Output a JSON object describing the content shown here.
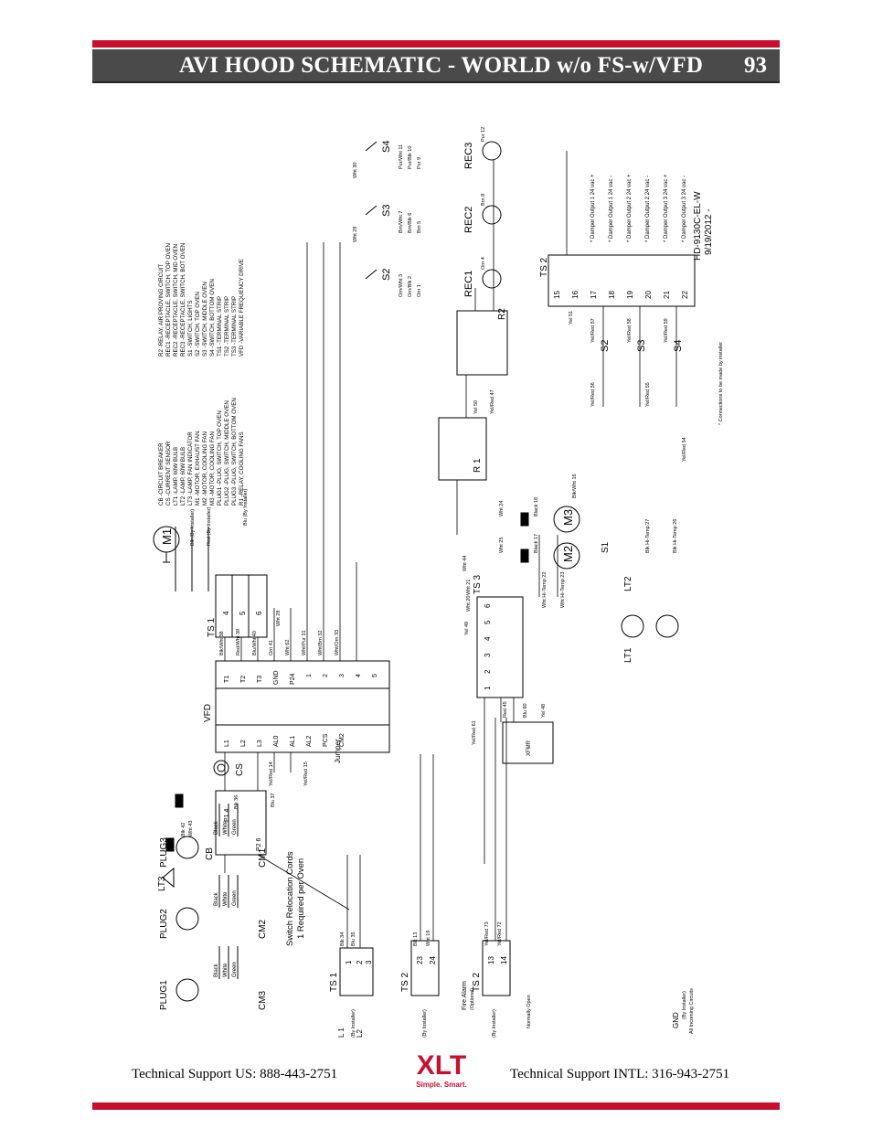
{
  "header": {
    "title": "AVI HOOD SCHEMATIC - WORLD w/o FS-w/VFD",
    "page_number": "93"
  },
  "footer": {
    "support_us": "Technical Support  US:  888-443-2751",
    "support_intl": "Technical Support  INTL:  316-943-2751",
    "logo_text": "XLT",
    "logo_tagline": "Simple. Smart."
  },
  "diagram": {
    "drawing_id": "HD-9130C-EL-W",
    "drawing_date": "9/19/2012 -",
    "installer_note": "* Connections to be made by installer",
    "legend_left": [
      "CB -CIRCUIT BREAKER",
      "CS -CURRENT SENSOR",
      "LT1 -LAMP, 60W BULB",
      "LT2 -LAMP, 60W BULB",
      "LT3 -LAMP, FAN INDICATOR",
      "M1 -MOTOR, EXHAUST FAN",
      "M2 -MOTOR, COOLING FAN",
      "M3 -MOTOR, COOLING FAN",
      "PLUG1 -PLUG, SWITCH, TOP OVEN",
      "PLUG2 -PLUG, SWITCH, MIDDLE OVEN",
      "PLUG3 -PLUG, SWITCH, BOTTOM OVEN",
      "R1 -RELAY, COOLING FANS"
    ],
    "legend_right": [
      "R2 -RELAY, AIR PROVING CIRCUIT",
      "REC1 -RECEPTACLE, SWITCH, TOP OVEN",
      "REC2 -RECEPTACLE, SWITCH, MID OVEN",
      "REC3 -RECEPTACLE, SWITCH, BOT OVEN",
      "S1 -SWITCH, LIGHTS",
      "S2 -SWITCH, TOP OVEN",
      "S3 -SWITCH, MIDDLE OVEN",
      "S4 -SWITCH, BOTTOM OVEN",
      "TS1 -TERMINAL STRIP",
      "TS2 -TERMINAL STRIP",
      "TS3 -TERMINAL STRIP",
      "VFD -VARIABLE FREQUENCY DRIVE"
    ],
    "components": {
      "m1": "M1",
      "m2": "M2",
      "m3": "M3",
      "r1": "R 1",
      "r2": "R2",
      "rec1": "REC1",
      "rec2": "REC2",
      "rec3": "REC3",
      "s1": "S1",
      "s2": "S2",
      "s3": "S3",
      "s4": "S4",
      "ts1": "TS 1",
      "ts2": "TS 2",
      "ts3": "TS 3",
      "vfd": "VFD",
      "cs": "CS",
      "cb": "CB",
      "lt1": "LT1",
      "lt2": "LT2",
      "lt3": "LT3",
      "plug1": "PLUG1",
      "plug2": "PLUG2",
      "plug3": "PLUG3",
      "cm1": "CM1",
      "cm2": "CM2",
      "cm3": "CM3",
      "xfmr": "XFMR",
      "jumper": "Jumper"
    },
    "vfd_left_terminals": [
      "L1",
      "L2",
      "L3",
      "AL0",
      "AL1",
      "AL2",
      "PCS",
      "CM2"
    ],
    "vfd_right_terminals": [
      "T1",
      "T2",
      "T3",
      "GND",
      "P24",
      "1",
      "2",
      "3",
      "4",
      "5"
    ],
    "ts3_terminals": [
      "1",
      "2",
      "3",
      "4",
      "5",
      "6"
    ],
    "ts1_top_terminals": [
      "4",
      "5",
      "6"
    ],
    "ts1_bottom_terminals": [
      "1",
      "2",
      "3"
    ],
    "ts2_top_terminals": [
      "15",
      "16",
      "17",
      "18",
      "19",
      "20",
      "21",
      "22"
    ],
    "ts2_bottom_a": [
      "23",
      "24"
    ],
    "ts2_bottom_b": [
      "13",
      "14"
    ],
    "damper_outputs": [
      "* Damper Output 1 24 vac +",
      "* Damper Output 1 24 vac -",
      "* Damper Output 2 24 vac +",
      "* Damper Output 2 24 vac -",
      "* Damper Output 3 24 vac +",
      "* Damper Output 3 24 vac -"
    ],
    "plug_wires": [
      "Black",
      "White",
      "Green"
    ],
    "wires": {
      "pur12": "Pur 12",
      "pur9": "Pur 9",
      "purblk10": "Pur/Blk 10",
      "purwht11": "Pur/Wht 11",
      "brn8": "Brn 8",
      "brn5": "Brn 5",
      "brnblk6": "Brn/Blk 6",
      "brnwht7": "Brn/Wht 7",
      "orn4": "Orn 4",
      "orn1": "Orn 1",
      "ornblk2": "Orn/Blk 2",
      "ornwht3": "Orn/Wht 3",
      "wht30": "Wht 30",
      "wht29": "Wht 29",
      "yel51": "Yel 51",
      "yelred57": "Yel/Red 57",
      "yelred58": "Yel/Red 58",
      "yelred59": "Yel/Red 59",
      "yelred56": "Yel/Red 56",
      "yelred55": "Yel/Red 55",
      "yelred54": "Yel/Red 54",
      "yel50": "Yel 50",
      "yelred47": "Yel/Red 47",
      "blkwht16": "Blk/Wht 16",
      "wht24": "Wht 24",
      "black18": "Black 18",
      "wht25": "Wht 25",
      "black17": "Black 17",
      "wht44": "Wht 44",
      "blkhitemp27": "Blk Hi-Temp 27",
      "blkhitemp26": "Blk Hi-Temp 26",
      "whthitemp22": "Wht Hi-Temp 22",
      "whthitemp23": "Wht Hi-Temp 23",
      "blu_inst": "Blu (By Installer)",
      "red_inst": "Red (By Installer)",
      "blk_inst": "Blk (By Installer)",
      "blkwht38": "Blk/Wht 38",
      "redwht39": "Red/Wht 39",
      "bluwht40": "Blu/Wht 40",
      "orn41": "Orn 41",
      "wht28": "Wht 28",
      "wht62": "Wht 62",
      "whtpur31": "Wht/Pur 31",
      "whtbrn32": "Wht/Brn 32",
      "whtorn33": "Wht/Orn 33",
      "yelred14": "Yel/Red 14",
      "yelred15": "Yel/Red 15",
      "blu37": "Blu 37",
      "blk36": "Blk 36",
      "blk42": "Blk 42",
      "wht43": "Wht 43",
      "yel49": "Yel 49",
      "wht20": "Wht 20",
      "wht21": "Wht 21",
      "yelred61": "Yel/Red 61",
      "red45": "Red 45",
      "blu60": "Blu 60",
      "yel48": "Yel 48",
      "blk34": "Blk 34",
      "blu35": "Blu 35",
      "blk13": "Blk 13",
      "wht19": "Wht 19",
      "yelred73": "Yel/Red 73",
      "yelred72": "Yel/Red 72",
      "by_installer": "(By Installer)"
    },
    "labels": {
      "switch_cords_1": "Switch Relocation Cords",
      "switch_cords_2": "1 Required per Oven",
      "fire_alarm": "Fire Alarm",
      "optional": "(Optional)",
      "normally_open": "Normally Open",
      "gnd": "GND",
      "all_incoming": "All Incoming Circuits",
      "l1": "L 1",
      "l2": "L2",
      "p1_4": "P1  4",
      "p2_6": "P2  6"
    }
  }
}
